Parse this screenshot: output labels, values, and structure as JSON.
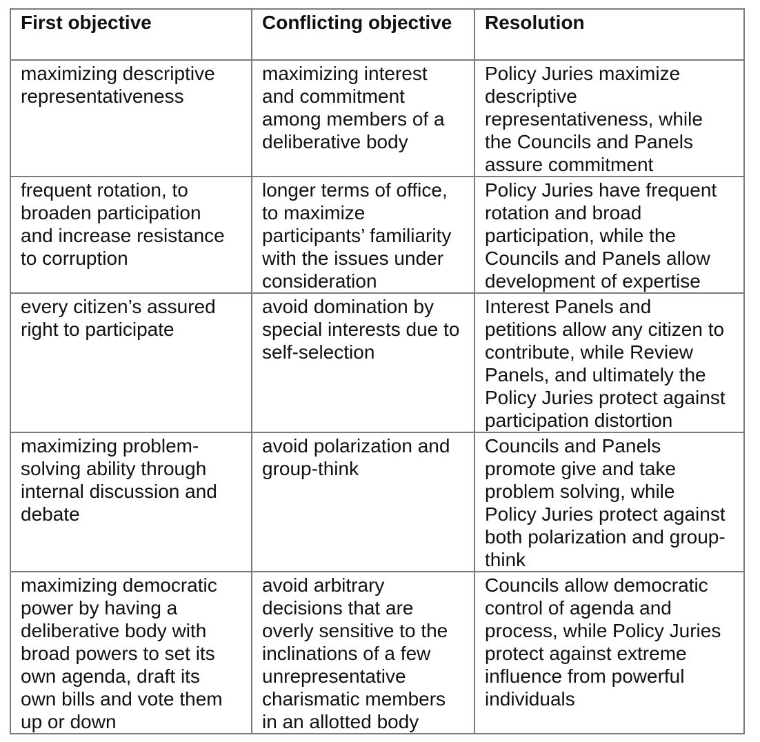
{
  "table": {
    "headers": [
      "First objective",
      "Conflicting objective",
      "Resolution"
    ],
    "rows": [
      {
        "first": "maximizing descriptive\nrepresentativeness",
        "conflicting": "maximizing interest\nand commitment\namong members of a\ndeliberative body",
        "resolution": "Policy Juries maximize\ndescriptive\nrepresentativeness, while\nthe Councils and Panels\nassure commitment"
      },
      {
        "first": "frequent rotation, to\nbroaden participation\nand increase resistance\nto corruption",
        "conflicting": "longer terms of office,\nto maximize\nparticipants’ familiarity\nwith the issues under\nconsideration",
        "resolution": "Policy Juries have frequent\nrotation and broad\nparticipation, while the\nCouncils and Panels allow\ndevelopment of expertise"
      },
      {
        "first": "every citizen’s assured\nright to participate",
        "conflicting": "avoid domination by\nspecial interests due to\nself-selection",
        "resolution": "Interest Panels and\npetitions allow any citizen to\ncontribute, while Review\nPanels, and ultimately the\nPolicy Juries protect against\nparticipation distortion"
      },
      {
        "first": "maximizing problem-\nsolving ability through\ninternal discussion and\ndebate",
        "conflicting": "avoid polarization and\ngroup-think",
        "resolution": "Councils and Panels\npromote give and take\nproblem solving, while\nPolicy Juries protect against\nboth polarization and group-\nthink"
      },
      {
        "first": "maximizing democratic\npower by having a\ndeliberative body with\nbroad powers to set its\nown agenda, draft its\nown bills and vote them\nup or down",
        "conflicting": "avoid arbitrary\ndecisions that are\noverly sensitive to the\ninclinations of a few\nunrepresentative\ncharismatic members\nin an allotted body",
        "resolution": "Councils allow democratic\ncontrol of agenda and\nprocess, while Policy Juries\nprotect against extreme\ninfluence from powerful\nindividuals"
      }
    ]
  }
}
